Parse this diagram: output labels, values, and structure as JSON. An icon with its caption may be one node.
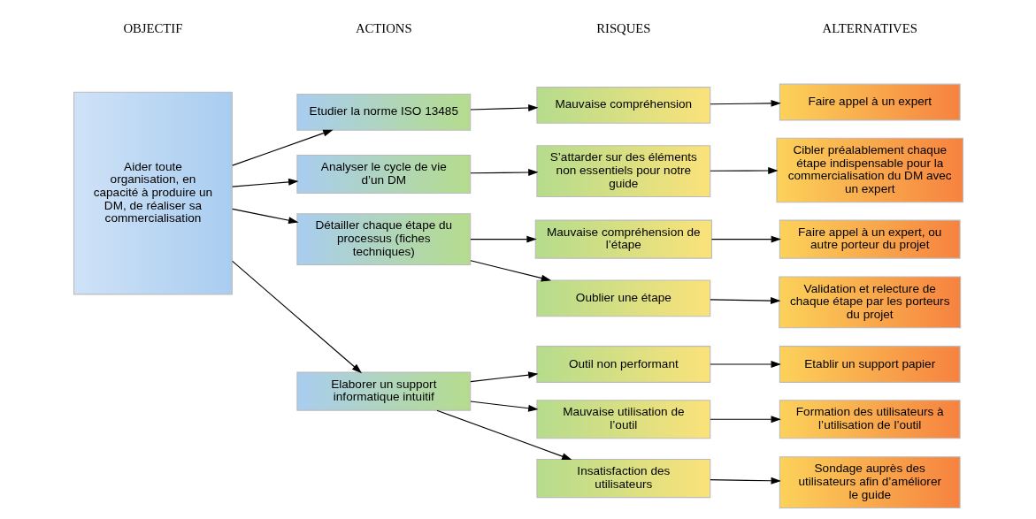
{
  "diagram": {
    "nodes": [
      {
        "text": [
          "Aider toute organisation, en capacité à produire un DM, de réaliser sa commercialisation"
        ]
      },
      {
        "text": [
          "Etudier la norme ISO 13485"
        ]
      },
      {
        "text": [
          "Analyser le cycle de vie d’un DM"
        ]
      },
      {
        "text": [
          "Détailler chaque étape du processus (fiches techniques)"
        ]
      },
      {
        "text": [
          "Elaborer un support informatique intuitif"
        ]
      },
      {
        "text": [
          "Mauvaise compréhension"
        ]
      },
      {
        "text": [
          "S’attarder sur des éléments non essentiels pour notre guide"
        ]
      },
      {
        "text": [
          "Mauvaise compréhension de l’étape"
        ]
      },
      {
        "text": [
          "Oublier une étape"
        ]
      },
      {
        "text": [
          "Outil non performant"
        ]
      },
      {
        "text": [
          "Mauvaise utilisation de l’outil"
        ]
      },
      {
        "text": [
          "Insatisfaction des utilisateurs"
        ]
      },
      {
        "text": [
          "Faire appel à un expert"
        ]
      },
      {
        "text": [
          "Cibler préalablement chaque étape indispensable pour la commercialisation du DM avec un expert"
        ]
      },
      {
        "text": [
          "Faire appel à un expert, ou autre porteur du projet"
        ]
      },
      {
        "text": [
          "Validation et relecture de chaque étape par les porteurs du projet"
        ]
      },
      {
        "text": [
          "Etablir un support papier"
        ]
      },
      {
        "text": [
          "Formation des utilisateurs à l’utilisation de l’outil"
        ]
      },
      {
        "text": [
          "Sondage auprès des utilisateurs afin d’améliorer le guide"
        ]
      }
    ],
    "edges": [
      {
        "from": 0,
        "to": 1,
        "arrow": "to"
      },
      {
        "from": 0,
        "to": 2,
        "arrow": "to"
      },
      {
        "from": 0,
        "to": 3,
        "arrow": "to"
      },
      {
        "from": 0,
        "to": 4,
        "arrow": "to"
      },
      {
        "from": 1,
        "to": 5,
        "arrow": "to"
      },
      {
        "from": 2,
        "to": 6,
        "arrow": "to"
      },
      {
        "from": 3,
        "to": 7,
        "arrow": "to"
      },
      {
        "from": 3,
        "to": 8,
        "arrow": "to"
      },
      {
        "from": 4,
        "to": 9,
        "arrow": "to"
      },
      {
        "from": 4,
        "to": 10,
        "arrow": "to"
      },
      {
        "from": 4,
        "to": 11,
        "arrow": "to"
      },
      {
        "from": 5,
        "to": 12,
        "arrow": "to"
      },
      {
        "from": 6,
        "to": 13,
        "arrow": "to"
      },
      {
        "from": 7,
        "to": 14,
        "arrow": "to"
      },
      {
        "from": 8,
        "to": 15,
        "arrow": "to"
      },
      {
        "from": 9,
        "to": 16,
        "arrow": "to"
      },
      {
        "from": 10,
        "to": 17,
        "arrow": "to"
      },
      {
        "from": 11,
        "to": 18,
        "arrow": "to"
      }
    ],
    "labels": [
      "OBJECTIF",
      "ACTIONS",
      "RISQUES",
      "ALTERNATIVES"
    ]
  }
}
